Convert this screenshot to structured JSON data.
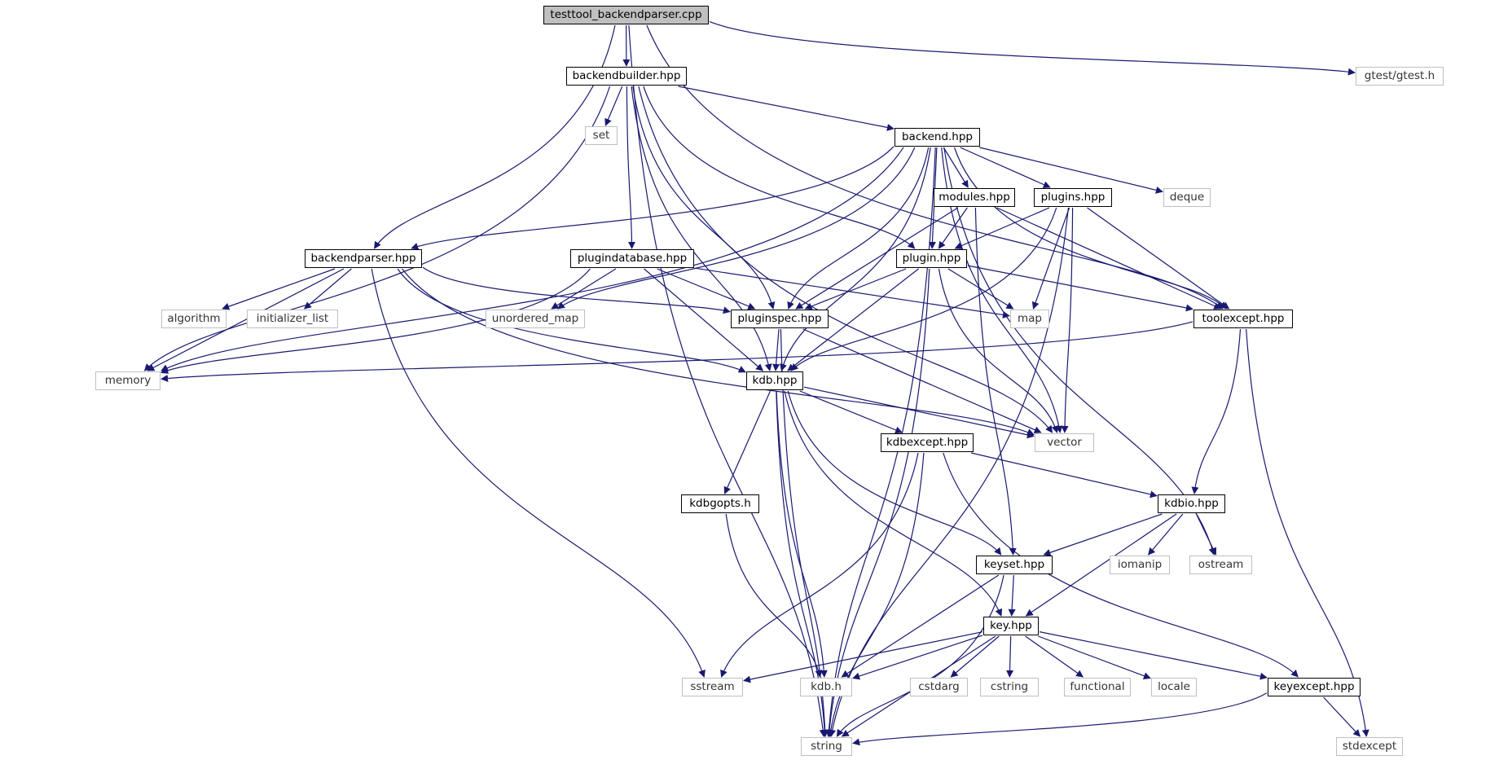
{
  "diagram": {
    "title": "testtool_backendparser.cpp include dependency graph",
    "edge_color": "#191970",
    "nodes": [
      {
        "id": "root",
        "label": "testtool_backendparser.cpp",
        "kind": "root"
      },
      {
        "id": "backendbuilder",
        "label": "backendbuilder.hpp",
        "kind": "project"
      },
      {
        "id": "gtest",
        "label": "gtest/gtest.h",
        "kind": "system"
      },
      {
        "id": "set",
        "label": "set",
        "kind": "system"
      },
      {
        "id": "backend",
        "label": "backend.hpp",
        "kind": "project"
      },
      {
        "id": "modules",
        "label": "modules.hpp",
        "kind": "project"
      },
      {
        "id": "plugins",
        "label": "plugins.hpp",
        "kind": "project"
      },
      {
        "id": "deque",
        "label": "deque",
        "kind": "system"
      },
      {
        "id": "backendparser",
        "label": "backendparser.hpp",
        "kind": "project"
      },
      {
        "id": "plugindatabase",
        "label": "plugindatabase.hpp",
        "kind": "project"
      },
      {
        "id": "plugin",
        "label": "plugin.hpp",
        "kind": "project"
      },
      {
        "id": "algorithm",
        "label": "algorithm",
        "kind": "system"
      },
      {
        "id": "initializer_list",
        "label": "initializer_list",
        "kind": "system"
      },
      {
        "id": "unordered_map",
        "label": "unordered_map",
        "kind": "system"
      },
      {
        "id": "pluginspec",
        "label": "pluginspec.hpp",
        "kind": "project"
      },
      {
        "id": "map",
        "label": "map",
        "kind": "system"
      },
      {
        "id": "toolexcept",
        "label": "toolexcept.hpp",
        "kind": "project"
      },
      {
        "id": "memory",
        "label": "memory",
        "kind": "system"
      },
      {
        "id": "kdb",
        "label": "kdb.hpp",
        "kind": "project"
      },
      {
        "id": "vector",
        "label": "vector",
        "kind": "system"
      },
      {
        "id": "kdbexcept",
        "label": "kdbexcept.hpp",
        "kind": "project"
      },
      {
        "id": "kdbgopts",
        "label": "kdbgopts.h",
        "kind": "project"
      },
      {
        "id": "kdbio",
        "label": "kdbio.hpp",
        "kind": "project"
      },
      {
        "id": "keyset",
        "label": "keyset.hpp",
        "kind": "project"
      },
      {
        "id": "iomanip",
        "label": "iomanip",
        "kind": "system"
      },
      {
        "id": "ostream",
        "label": "ostream",
        "kind": "system"
      },
      {
        "id": "key",
        "label": "key.hpp",
        "kind": "project"
      },
      {
        "id": "sstream",
        "label": "sstream",
        "kind": "system"
      },
      {
        "id": "kdb_h",
        "label": "kdb.h",
        "kind": "system"
      },
      {
        "id": "cstdarg",
        "label": "cstdarg",
        "kind": "system"
      },
      {
        "id": "cstring",
        "label": "cstring",
        "kind": "system"
      },
      {
        "id": "functional",
        "label": "functional",
        "kind": "system"
      },
      {
        "id": "locale",
        "label": "locale",
        "kind": "system"
      },
      {
        "id": "keyexcept",
        "label": "keyexcept.hpp",
        "kind": "project"
      },
      {
        "id": "string",
        "label": "string",
        "kind": "system"
      },
      {
        "id": "stdexcept",
        "label": "stdexcept",
        "kind": "system"
      }
    ],
    "edges": [
      [
        "root",
        "backendbuilder"
      ],
      [
        "root",
        "gtest"
      ],
      [
        "root",
        "backendparser"
      ],
      [
        "root",
        "toolexcept"
      ],
      [
        "root",
        "string"
      ],
      [
        "backendbuilder",
        "set"
      ],
      [
        "backendbuilder",
        "backend"
      ],
      [
        "backendbuilder",
        "plugindatabase"
      ],
      [
        "backendbuilder",
        "pluginspec"
      ],
      [
        "backendbuilder",
        "plugin"
      ],
      [
        "backendbuilder",
        "memory"
      ],
      [
        "backendbuilder",
        "kdb"
      ],
      [
        "backendbuilder",
        "vector"
      ],
      [
        "backend",
        "modules"
      ],
      [
        "backend",
        "plugins"
      ],
      [
        "backend",
        "deque"
      ],
      [
        "backend",
        "backendparser"
      ],
      [
        "backend",
        "plugin"
      ],
      [
        "backend",
        "pluginspec"
      ],
      [
        "backend",
        "unordered_map"
      ],
      [
        "backend",
        "memory"
      ],
      [
        "backend",
        "kdb"
      ],
      [
        "backend",
        "toolexcept"
      ],
      [
        "backend",
        "vector"
      ],
      [
        "backend",
        "ostream"
      ],
      [
        "backend",
        "string"
      ],
      [
        "modules",
        "plugin"
      ],
      [
        "modules",
        "pluginspec"
      ],
      [
        "modules",
        "toolexcept"
      ],
      [
        "modules",
        "keyset"
      ],
      [
        "plugins",
        "plugin"
      ],
      [
        "plugins",
        "map"
      ],
      [
        "plugins",
        "toolexcept"
      ],
      [
        "plugins",
        "kdb"
      ],
      [
        "plugins",
        "vector"
      ],
      [
        "plugins",
        "string"
      ],
      [
        "backendparser",
        "algorithm"
      ],
      [
        "backendparser",
        "initializer_list"
      ],
      [
        "backendparser",
        "memory"
      ],
      [
        "backendparser",
        "pluginspec"
      ],
      [
        "backendparser",
        "kdb"
      ],
      [
        "backendparser",
        "vector"
      ],
      [
        "backendparser",
        "sstream"
      ],
      [
        "plugindatabase",
        "unordered_map"
      ],
      [
        "plugindatabase",
        "pluginspec"
      ],
      [
        "plugindatabase",
        "map"
      ],
      [
        "plugindatabase",
        "memory"
      ],
      [
        "plugindatabase",
        "kdb"
      ],
      [
        "plugin",
        "pluginspec"
      ],
      [
        "plugin",
        "map"
      ],
      [
        "plugin",
        "toolexcept"
      ],
      [
        "plugin",
        "kdb"
      ],
      [
        "plugin",
        "vector"
      ],
      [
        "plugin",
        "string"
      ],
      [
        "pluginspec",
        "kdb"
      ],
      [
        "pluginspec",
        "vector"
      ],
      [
        "pluginspec",
        "string"
      ],
      [
        "toolexcept",
        "memory"
      ],
      [
        "toolexcept",
        "kdbio"
      ],
      [
        "toolexcept",
        "stdexcept"
      ],
      [
        "kdb",
        "vector"
      ],
      [
        "kdb",
        "kdbexcept"
      ],
      [
        "kdb",
        "kdbgopts"
      ],
      [
        "kdb",
        "keyset"
      ],
      [
        "kdb",
        "key"
      ],
      [
        "kdb",
        "kdb_h"
      ],
      [
        "kdb",
        "string"
      ],
      [
        "kdbexcept",
        "kdbio"
      ],
      [
        "kdbexcept",
        "keyexcept"
      ],
      [
        "kdbexcept",
        "sstream"
      ],
      [
        "kdbexcept",
        "string"
      ],
      [
        "kdbgopts",
        "kdb_h"
      ],
      [
        "kdbio",
        "keyset"
      ],
      [
        "kdbio",
        "iomanip"
      ],
      [
        "kdbio",
        "ostream"
      ],
      [
        "kdbio",
        "key"
      ],
      [
        "keyset",
        "key"
      ],
      [
        "keyset",
        "kdb_h"
      ],
      [
        "keyset",
        "string"
      ],
      [
        "key",
        "sstream"
      ],
      [
        "key",
        "kdb_h"
      ],
      [
        "key",
        "cstdarg"
      ],
      [
        "key",
        "cstring"
      ],
      [
        "key",
        "functional"
      ],
      [
        "key",
        "locale"
      ],
      [
        "key",
        "keyexcept"
      ],
      [
        "key",
        "string"
      ],
      [
        "keyexcept",
        "string"
      ],
      [
        "keyexcept",
        "stdexcept"
      ]
    ]
  }
}
